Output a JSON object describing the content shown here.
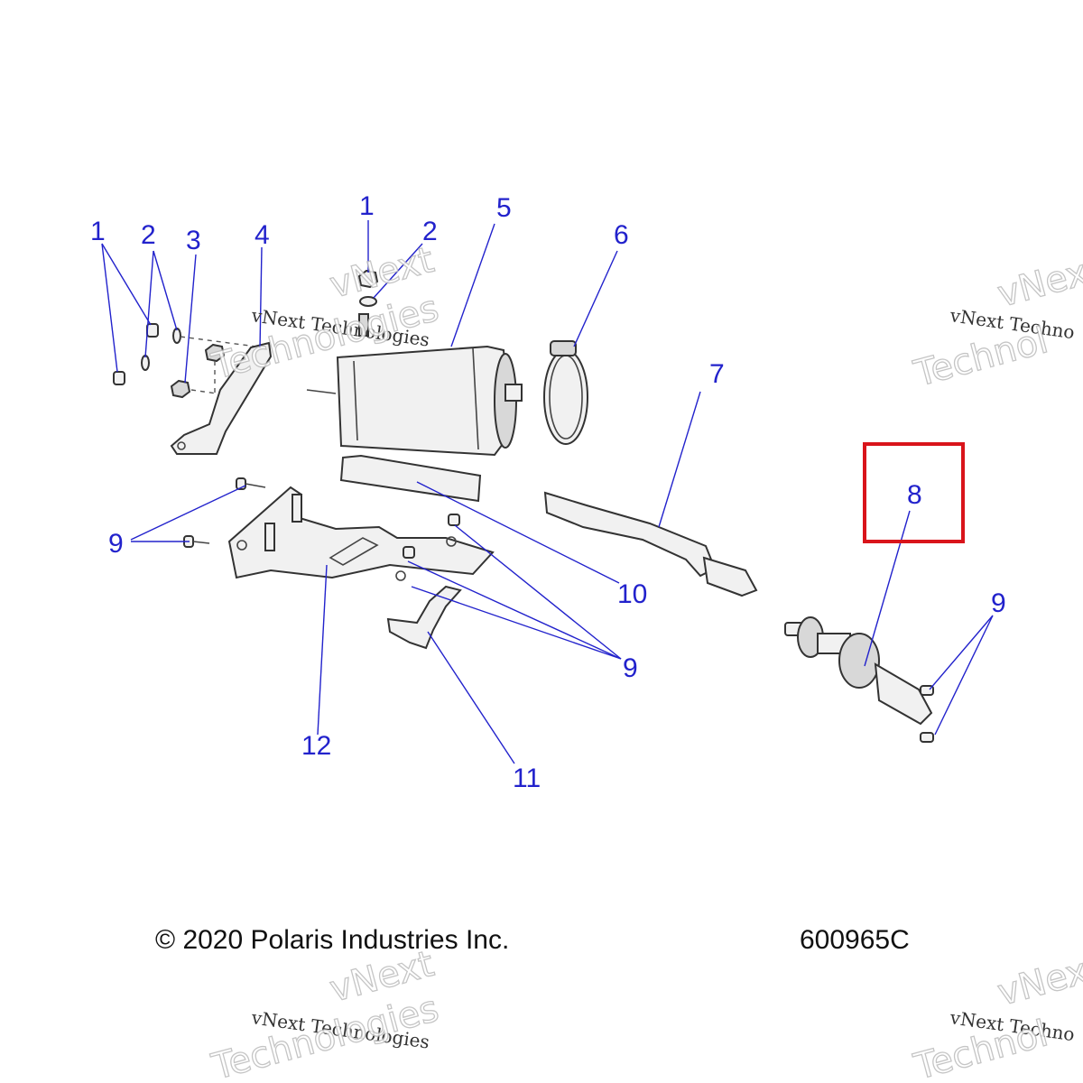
{
  "callouts": {
    "c1a": "1",
    "c2a": "2",
    "c3": "3",
    "c4": "4",
    "c1b": "1",
    "c2b": "2",
    "c5": "5",
    "c6": "6",
    "c7": "7",
    "c8": "8",
    "c9a": "9",
    "c9b": "9",
    "c9c": "9",
    "c10": "10",
    "c11": "11",
    "c12": "12"
  },
  "highlight": {
    "label": "8",
    "color": "#d9141b"
  },
  "colors": {
    "callout": "#2222cc"
  },
  "footer": {
    "copyright": "© 2020 Polaris Industries Inc.",
    "drawing_number": "600965C"
  },
  "watermarks": {
    "line1": "vNext",
    "line2": "vNext Technologies",
    "line3": "Technologies",
    "line2_cut": "vNext Techno",
    "line3_cut": "Technol"
  }
}
